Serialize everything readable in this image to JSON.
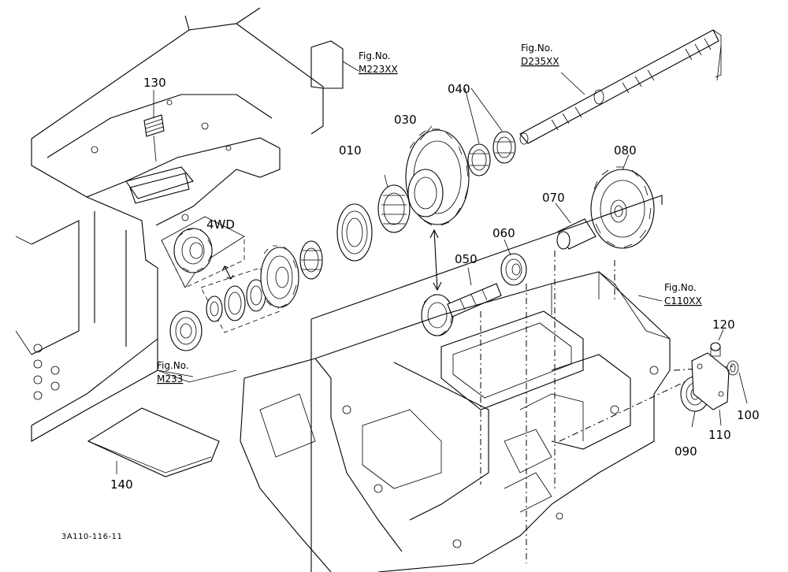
{
  "parts": [
    {
      "id": "p010",
      "label": "010"
    },
    {
      "id": "p030",
      "label": "030"
    },
    {
      "id": "p040",
      "label": "040"
    },
    {
      "id": "p050",
      "label": "050"
    },
    {
      "id": "p060",
      "label": "060"
    },
    {
      "id": "p070",
      "label": "070"
    },
    {
      "id": "p080",
      "label": "080"
    },
    {
      "id": "p090",
      "label": "090"
    },
    {
      "id": "p100",
      "label": "100"
    },
    {
      "id": "p110",
      "label": "110"
    },
    {
      "id": "p120",
      "label": "120"
    },
    {
      "id": "p130",
      "label": "130"
    },
    {
      "id": "p140",
      "label": "140"
    }
  ],
  "tag_4wd": "4WD",
  "figure_refs": [
    {
      "id": "m223",
      "title": "Fig.No.",
      "code": "M223XX"
    },
    {
      "id": "d235",
      "title": "Fig.No.",
      "code": "D235XX"
    },
    {
      "id": "c110",
      "title": "Fig.No.",
      "code": "C110XX"
    },
    {
      "id": "m233",
      "title": "Fig.No.",
      "code": "M233"
    }
  ],
  "drawing_ref": "3A110-116-11",
  "colors": {
    "line": "#000000",
    "background": "#ffffff"
  }
}
